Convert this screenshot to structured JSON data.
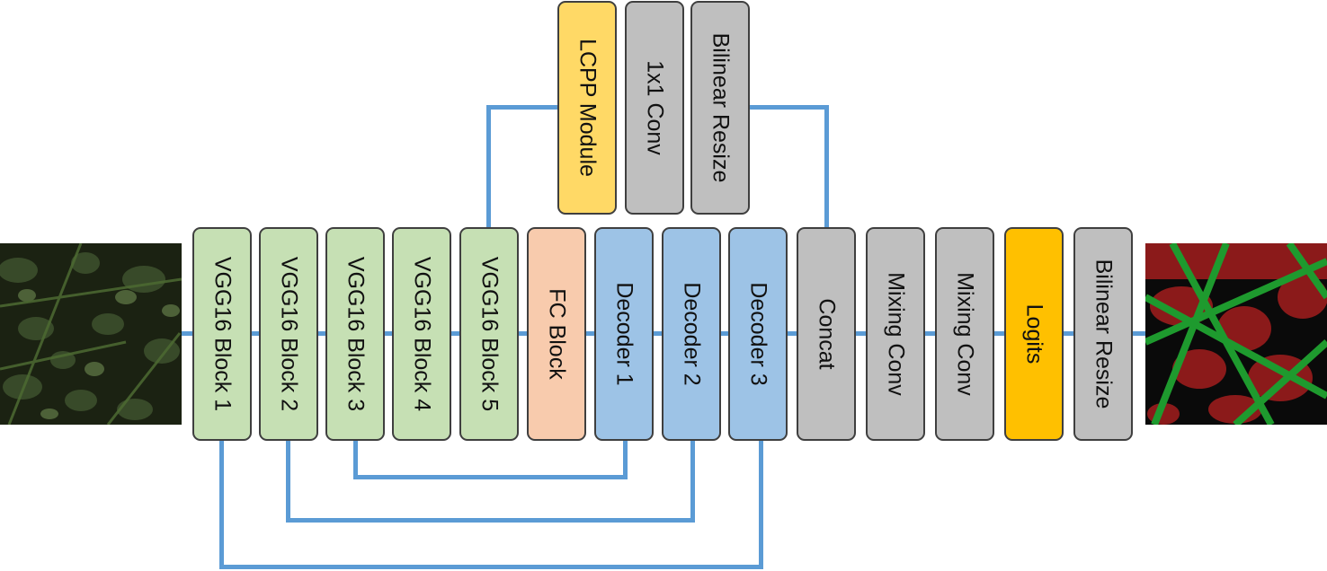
{
  "diagram": {
    "encoder": [
      {
        "label": "VGG16 Block 1"
      },
      {
        "label": "VGG16 Block 2"
      },
      {
        "label": "VGG16 Block 3"
      },
      {
        "label": "VGG16 Block 4"
      },
      {
        "label": "VGG16 Block 5"
      }
    ],
    "fc_block": {
      "label": "FC Block"
    },
    "decoders": [
      {
        "label": "Decoder 1"
      },
      {
        "label": "Decoder 2"
      },
      {
        "label": "Decoder 3"
      }
    ],
    "top_branch": [
      {
        "label": "LCPP Module"
      },
      {
        "label": "1x1 Conv"
      },
      {
        "label": "Bilinear Resize"
      }
    ],
    "head": [
      {
        "label": "Concat"
      },
      {
        "label": "Mixing Conv"
      },
      {
        "label": "Mixing Conv"
      },
      {
        "label": "Logits"
      },
      {
        "label": "Bilinear Resize"
      }
    ],
    "colors": {
      "encoder": "#c6e0b4",
      "fc_block": "#f8cbad",
      "decoder": "#9dc3e6",
      "neutral": "#bfbfbf",
      "lcpp": "#ffd966",
      "logits": "#ffc000",
      "wire": "#5b9bd5",
      "mask_red": "#8b1a1a",
      "mask_green": "#1e9a2e"
    },
    "images": {
      "input": {
        "icon": "clover-photo-icon"
      },
      "output": {
        "icon": "segmentation-mask-icon"
      }
    }
  }
}
